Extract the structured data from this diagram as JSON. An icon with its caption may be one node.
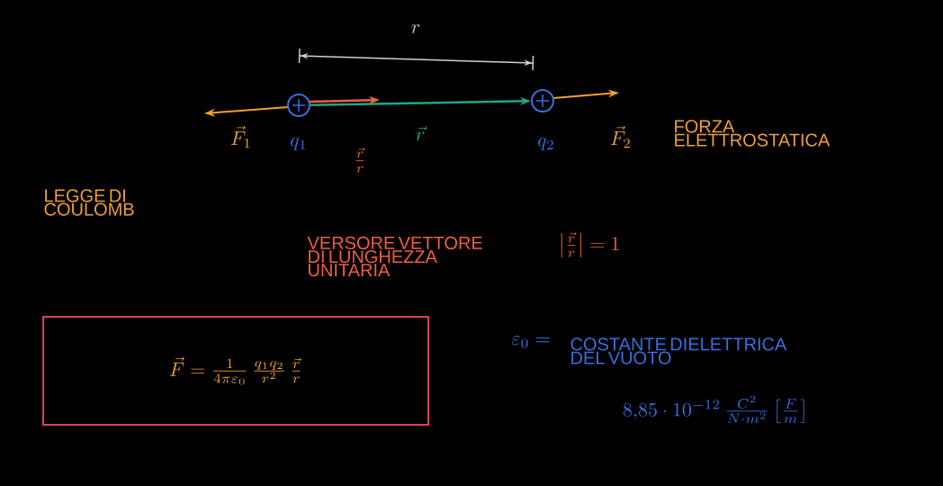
{
  "diagram": {
    "nodes": [
      {
        "text": [],
        "shape": "circle",
        "beside": [
          "q_1"
        ]
      },
      {
        "text": [],
        "shape": "circle",
        "beside": [
          "q_2"
        ]
      },
      {
        "text": [
          "\\vec{F} = \\frac{1}{4\\pi\\varepsilon_0}\\,\\frac{q_1 q_2}{r^2}\\,\\frac{\\vec{r}}{r}"
        ]
      }
    ],
    "edges": [
      {
        "from": 0,
        "to": 1,
        "arrow": "to",
        "color": "#1fa58a"
      }
    ],
    "labels": [
      "r",
      "\\vec{F}_1",
      "\\frac{\\vec{r}}{r}",
      "\\vec{r}",
      "\\vec{F}_2",
      "FORZA ELETTROSTATICA",
      "LEGGE DI COULOMB",
      "VERSORE VETTORE DI LUNGHEZZA UNITARIA",
      "\\left|\\frac{\\vec{r}}{r}\\right| = 1",
      "\\varepsilon_0 =",
      "COSTANTE DIELETTRICA DEL VUOTO",
      "8{,}85\\cdot 10^{-12}\\,\\frac{C^2}{N\\cdot m^2}\\left[\\frac{F}{m}\\right]"
    ]
  }
}
